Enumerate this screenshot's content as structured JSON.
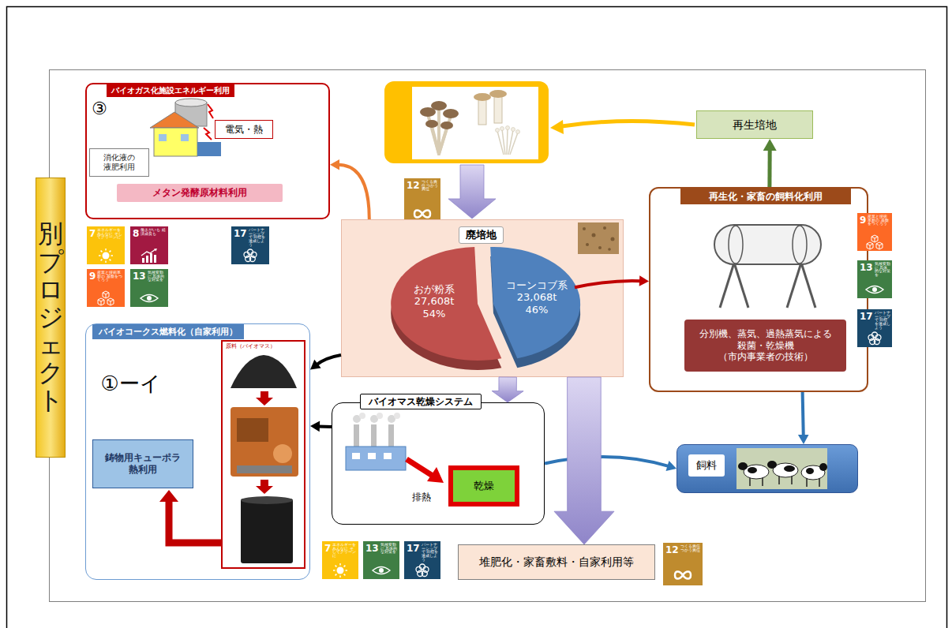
{
  "diagram": {
    "nodes": [
      {
        "text": [
          "別プロジェクト"
        ]
      },
      {
        "text": [
          "バイオガス化施設エネルギー利用"
        ]
      },
      {
        "text": [
          "電気・熱"
        ],
        "in": 1
      },
      {
        "text": [
          "消化液の 液肥利用"
        ],
        "in": 1
      },
      {
        "text": [
          "メタン発酵原材料利用"
        ],
        "in": 1
      },
      {
        "text": [
          "7",
          "エネルギーをみんなに そしてクリーンに"
        ]
      },
      {
        "text": [
          "8",
          "働きがいも 経済成長も"
        ]
      },
      {
        "text": [
          "17",
          "パートナーシップで 目標を達成しよう"
        ]
      },
      {
        "text": [
          "9",
          "産業と技術革新の 基盤をつくろう"
        ]
      },
      {
        "text": [
          "13",
          "気候変動に 具体的な対策を"
        ]
      },
      {
        "text": [
          "再生培地"
        ]
      },
      {
        "text": [
          "12",
          "つくる責任 つかう責任"
        ]
      },
      {
        "text": [
          "廃培地"
        ]
      },
      {
        "text": [
          "おが粉系",
          "27,608t",
          "54%"
        ],
        "in": 12
      },
      {
        "text": [
          "コーンコブ系",
          "23,068t",
          "46%"
        ],
        "in": 12
      },
      {
        "text": [
          "再生化・家畜の飼料化利用"
        ]
      },
      {
        "text": [
          "分別機、蒸気、過熱蒸気による 殺菌・乾燥機",
          "（市内事業者の技術）"
        ],
        "in": 15
      },
      {
        "text": [
          "9",
          "産業と技術革新の 基盤をつくろう"
        ]
      },
      {
        "text": [
          "13",
          "気候変動に 具体的な対策を"
        ]
      },
      {
        "text": [
          "17",
          "パートナーシップで 目標を達成しよう"
        ]
      },
      {
        "text": [
          "バイオコークス燃料化（自家利用）"
        ]
      },
      {
        "text": [
          "鋳物用キューポラ 熱利用"
        ],
        "in": 20
      },
      {
        "text": [
          "バイオマス乾燥システム"
        ]
      },
      {
        "text": [
          "乾燥"
        ],
        "in": 22
      },
      {
        "text": [
          "飼料"
        ]
      },
      {
        "text": [
          "7",
          "エネルギーをみんなに そしてクリーンに"
        ]
      },
      {
        "text": [
          "13",
          "気候変動に 具体的な対策を"
        ]
      },
      {
        "text": [
          "17",
          "パートナーシップで 目標を達成しよう"
        ]
      },
      {
        "text": [
          "堆肥化・家畜敷料・自家利用等"
        ]
      },
      {
        "text": [
          "12",
          "つくる責任 つかう責任"
        ]
      }
    ],
    "edges": [
      {
        "from": 12,
        "to": 1,
        "arrow": "to"
      },
      {
        "from": 14,
        "to": 15,
        "arrow": "to"
      },
      {
        "from": 15,
        "to": 10,
        "arrow": "to"
      },
      {
        "from": 15,
        "to": 24,
        "arrow": "to"
      },
      {
        "from": 12,
        "to": 20,
        "arrow": "to"
      },
      {
        "from": 12,
        "to": 22,
        "arrow": "to"
      },
      {
        "from": 22,
        "to": 20,
        "arrow": "to"
      },
      {
        "from": 22,
        "to": 24,
        "arrow": "to"
      },
      {
        "from": 12,
        "to": 28,
        "arrow": "to"
      }
    ],
    "labels": [
      "③",
      "①ーイ",
      "原料（バイオマス）",
      "排熱"
    ]
  }
}
